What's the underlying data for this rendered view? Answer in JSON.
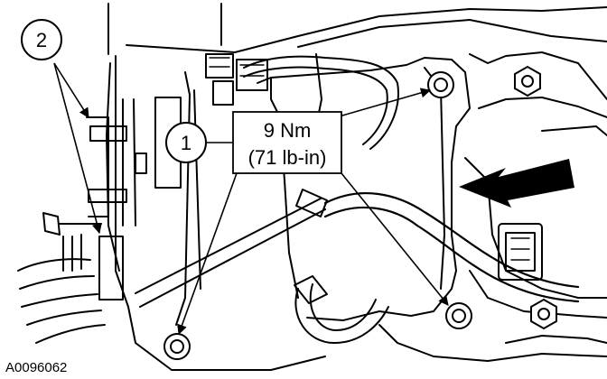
{
  "figure": {
    "id": "A0096062",
    "torque_line1": "9 Nm",
    "torque_line2": "(71 lb-in)",
    "callout_1": "1",
    "callout_2": "2"
  },
  "colors": {
    "ink": "#000000",
    "paper": "#ffffff"
  }
}
